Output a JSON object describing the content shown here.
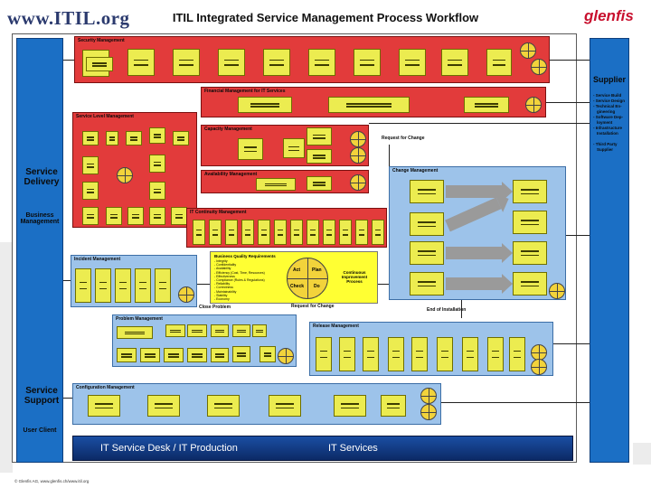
{
  "header": {
    "site": "www.ITIL.org",
    "title": "ITIL Integrated Service Management Process Workflow",
    "logo": "glenfis"
  },
  "left_column": {
    "service_delivery": "Service Delivery",
    "business_management": "Business Management",
    "service_support": "Service Support",
    "user_client": "User Client"
  },
  "right_column": {
    "title": "Supplier",
    "items": [
      "- Service Build",
      "- Service Design",
      "- Technical En-",
      "gineering",
      "- Software Dep-",
      "loyment",
      "- Infrastructure",
      "Installation",
      "- Third Party",
      "Supplier"
    ]
  },
  "boxes": {
    "security": "Security Management",
    "financial": "Financial Management for IT Services",
    "service_level": "Service Level Management",
    "capacity": "Capacity Management",
    "availability": "Availability Management",
    "continuity": "IT Continuity Management",
    "change": "Change Management",
    "incident": "Incident Management",
    "problem": "Problem Management",
    "release": "Release Management",
    "configuration": "Configuration Management"
  },
  "quality": {
    "title": "Business Quality Requirements",
    "items": [
      "- Integrity",
      "- Confidentiality",
      "- Availability",
      "- Efficiency (Cost, Time, Resources)",
      "- Effectiveness",
      "- Compliance (Rules & Regulations)",
      "- Reliability",
      "- Correctness",
      "- Maintainability",
      "- Stability",
      "- Economy"
    ],
    "pdca": [
      "Act",
      "Plan",
      "Check",
      "Do"
    ],
    "cip": "Continuous Improvement Process"
  },
  "labels": {
    "request_for_change_1": "Request for Change",
    "request_for_change_2": "Request for Change",
    "close_problem": "Close Problem",
    "end_of_installation": "End of Installation"
  },
  "bottom_bar": {
    "left": "IT Service Desk  /  IT Production",
    "right": "IT Services"
  },
  "footer": "© Glenfis AG,  www.glenfis.ch/www.itil.org",
  "colors": {
    "red_process": "#e23b3b",
    "blue_process": "#9dc3ea",
    "side_blue": "#1b6fc5",
    "yellow": "#ffff33",
    "bar_blue": "#0c2a66"
  }
}
